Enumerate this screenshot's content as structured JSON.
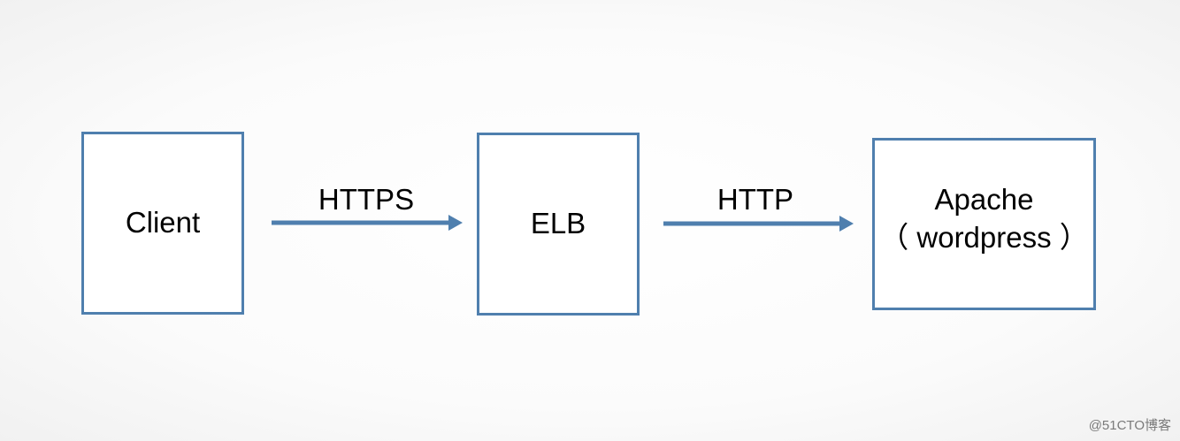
{
  "diagram": {
    "nodes": [
      {
        "id": "client",
        "lines": [
          "Client"
        ]
      },
      {
        "id": "elb",
        "lines": [
          "ELB"
        ]
      },
      {
        "id": "apache",
        "lines": [
          "Apache",
          "（ wordpress ）"
        ]
      }
    ],
    "edges": [
      {
        "from": "client",
        "to": "elb",
        "label": "HTTPS"
      },
      {
        "from": "elb",
        "to": "apache",
        "label": "HTTP"
      }
    ]
  },
  "colors": {
    "box_border": "#4f7fae",
    "arrow": "#4f7fae"
  },
  "watermark": "@51CTO博客"
}
